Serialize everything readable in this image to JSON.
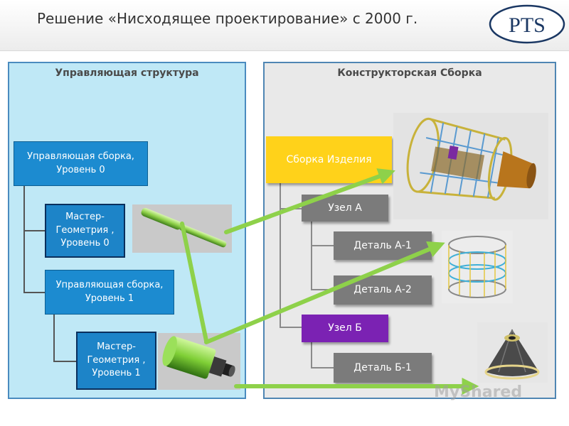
{
  "header": {
    "title": "Решение «Нисходящее проектирование» с 2000 г.",
    "logo_text": "PTS"
  },
  "left_panel": {
    "title": "Управляющая структура",
    "boxes": {
      "control_level0": "Управляющая сборка, Уровень 0",
      "master_level0": "Мастер-Геометрия , Уровень 0",
      "control_level1": "Управляющая сборка, Уровень 1",
      "master_level1": "Мастер-Геометрия , Уровень 1"
    }
  },
  "right_panel": {
    "title": "Конструкторская Сборка",
    "boxes": {
      "product_assembly": "Сборка Изделия",
      "node_a": "Узел А",
      "part_a1": "Деталь А-1",
      "part_a2": "Деталь А-2",
      "node_b": "Узел Б",
      "part_b1": "Деталь Б-1"
    }
  },
  "colors": {
    "arrow": "#8ed14a",
    "left_panel_bg": "#bfe8f6",
    "right_panel_bg": "#e9e9e9",
    "blue_box": "#1c8bd0",
    "gray_box": "#7b7b7b",
    "yellow_box": "#ffd21a",
    "purple_box": "#7b22b3"
  },
  "watermark": "MyShared"
}
